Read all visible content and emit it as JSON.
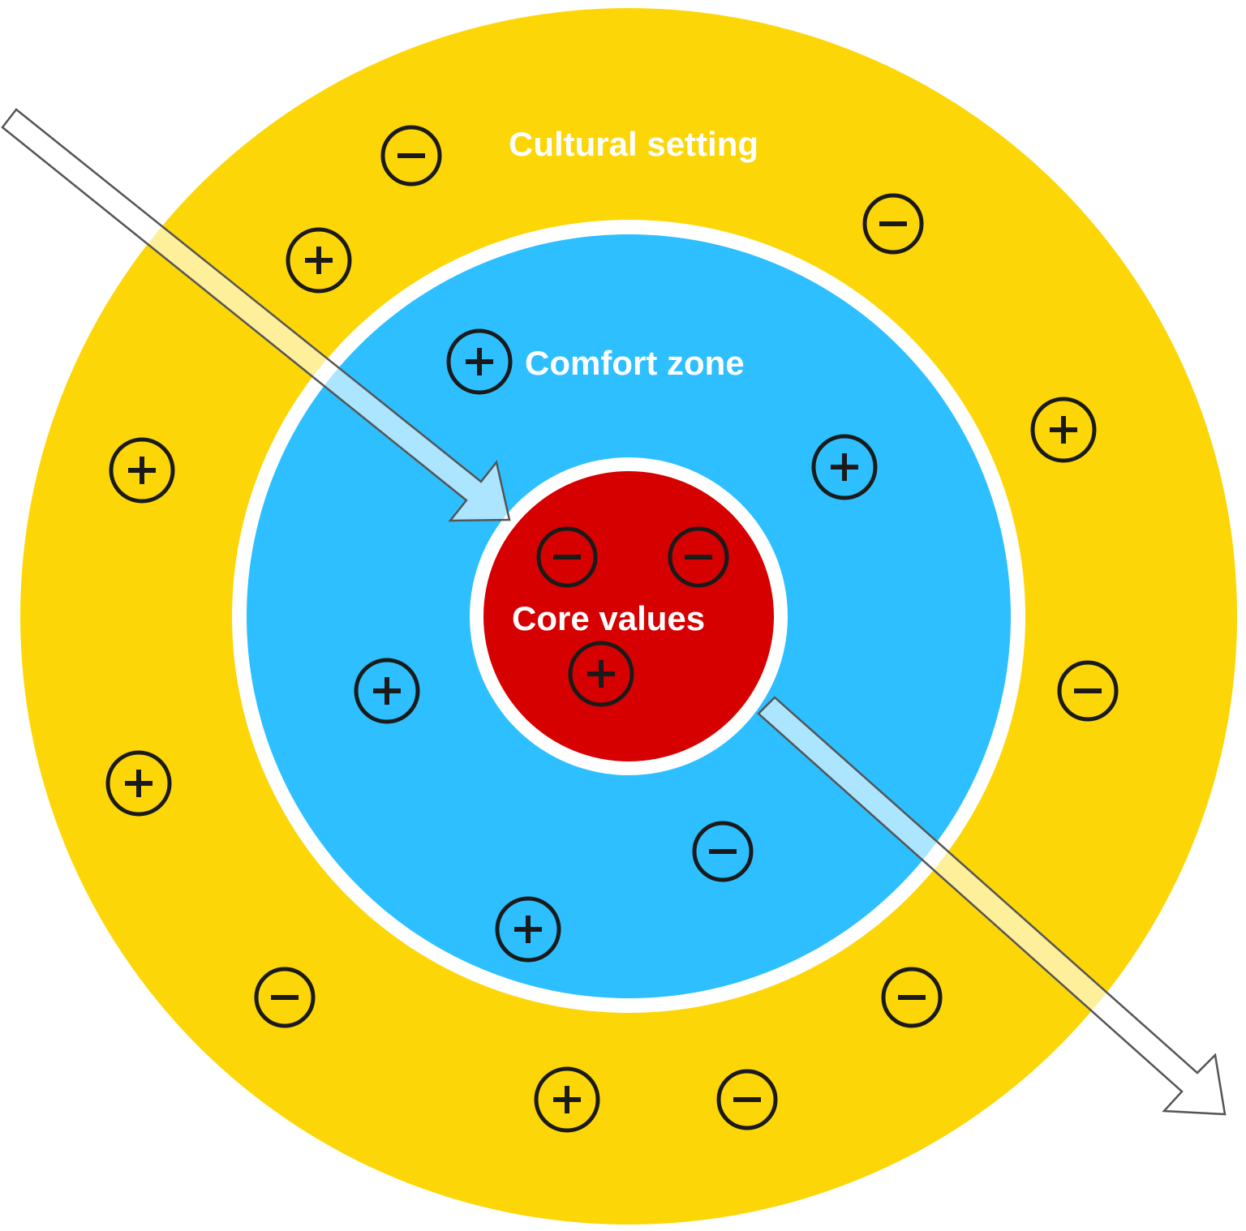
{
  "labels": {
    "cultural_setting": "Cultural setting",
    "comfort_zone": "Comfort zone",
    "core_values": "Core values"
  },
  "colors": {
    "cultural_setting": "#FDD607",
    "comfort_zone": "#2DBFFF",
    "core_values": "#D70000",
    "arrow_fill": "#FFFFFF",
    "arrow_stroke": "#555555"
  },
  "symbols": {
    "cultural_setting": [
      "minus",
      "plus",
      "minus",
      "plus",
      "plus",
      "minus",
      "plus",
      "minus",
      "minus",
      "plus",
      "minus"
    ],
    "comfort_zone": [
      "plus",
      "plus",
      "plus",
      "minus",
      "plus"
    ],
    "core_values": [
      "minus",
      "minus",
      "plus"
    ]
  }
}
